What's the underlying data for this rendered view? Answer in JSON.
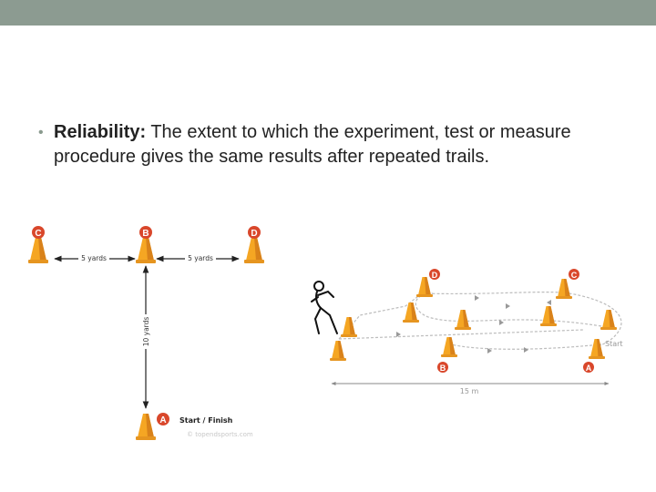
{
  "slide": {
    "bullet_term": "Reliability:",
    "bullet_body": " The extent to which the experiment, test or measure procedure gives the same results after repeated trails."
  },
  "diagram_t": {
    "cone_labels": {
      "c": "C",
      "b": "B",
      "d": "D",
      "a": "A"
    },
    "left_distance": "5 yards",
    "right_distance": "5 yards",
    "vertical_distance": "10 yards",
    "start_finish": "Start / Finish",
    "watermark": "© topendsports.com"
  },
  "diagram_illinois": {
    "cone_labels": {
      "d": "D",
      "c": "C",
      "b": "B",
      "a": "A"
    },
    "start": "Start",
    "length": "15 m"
  },
  "colors": {
    "cone": "#f5a623",
    "cone_shade": "#d9821a",
    "badge": "#d9472b",
    "top_bar": "#8c9b91"
  }
}
